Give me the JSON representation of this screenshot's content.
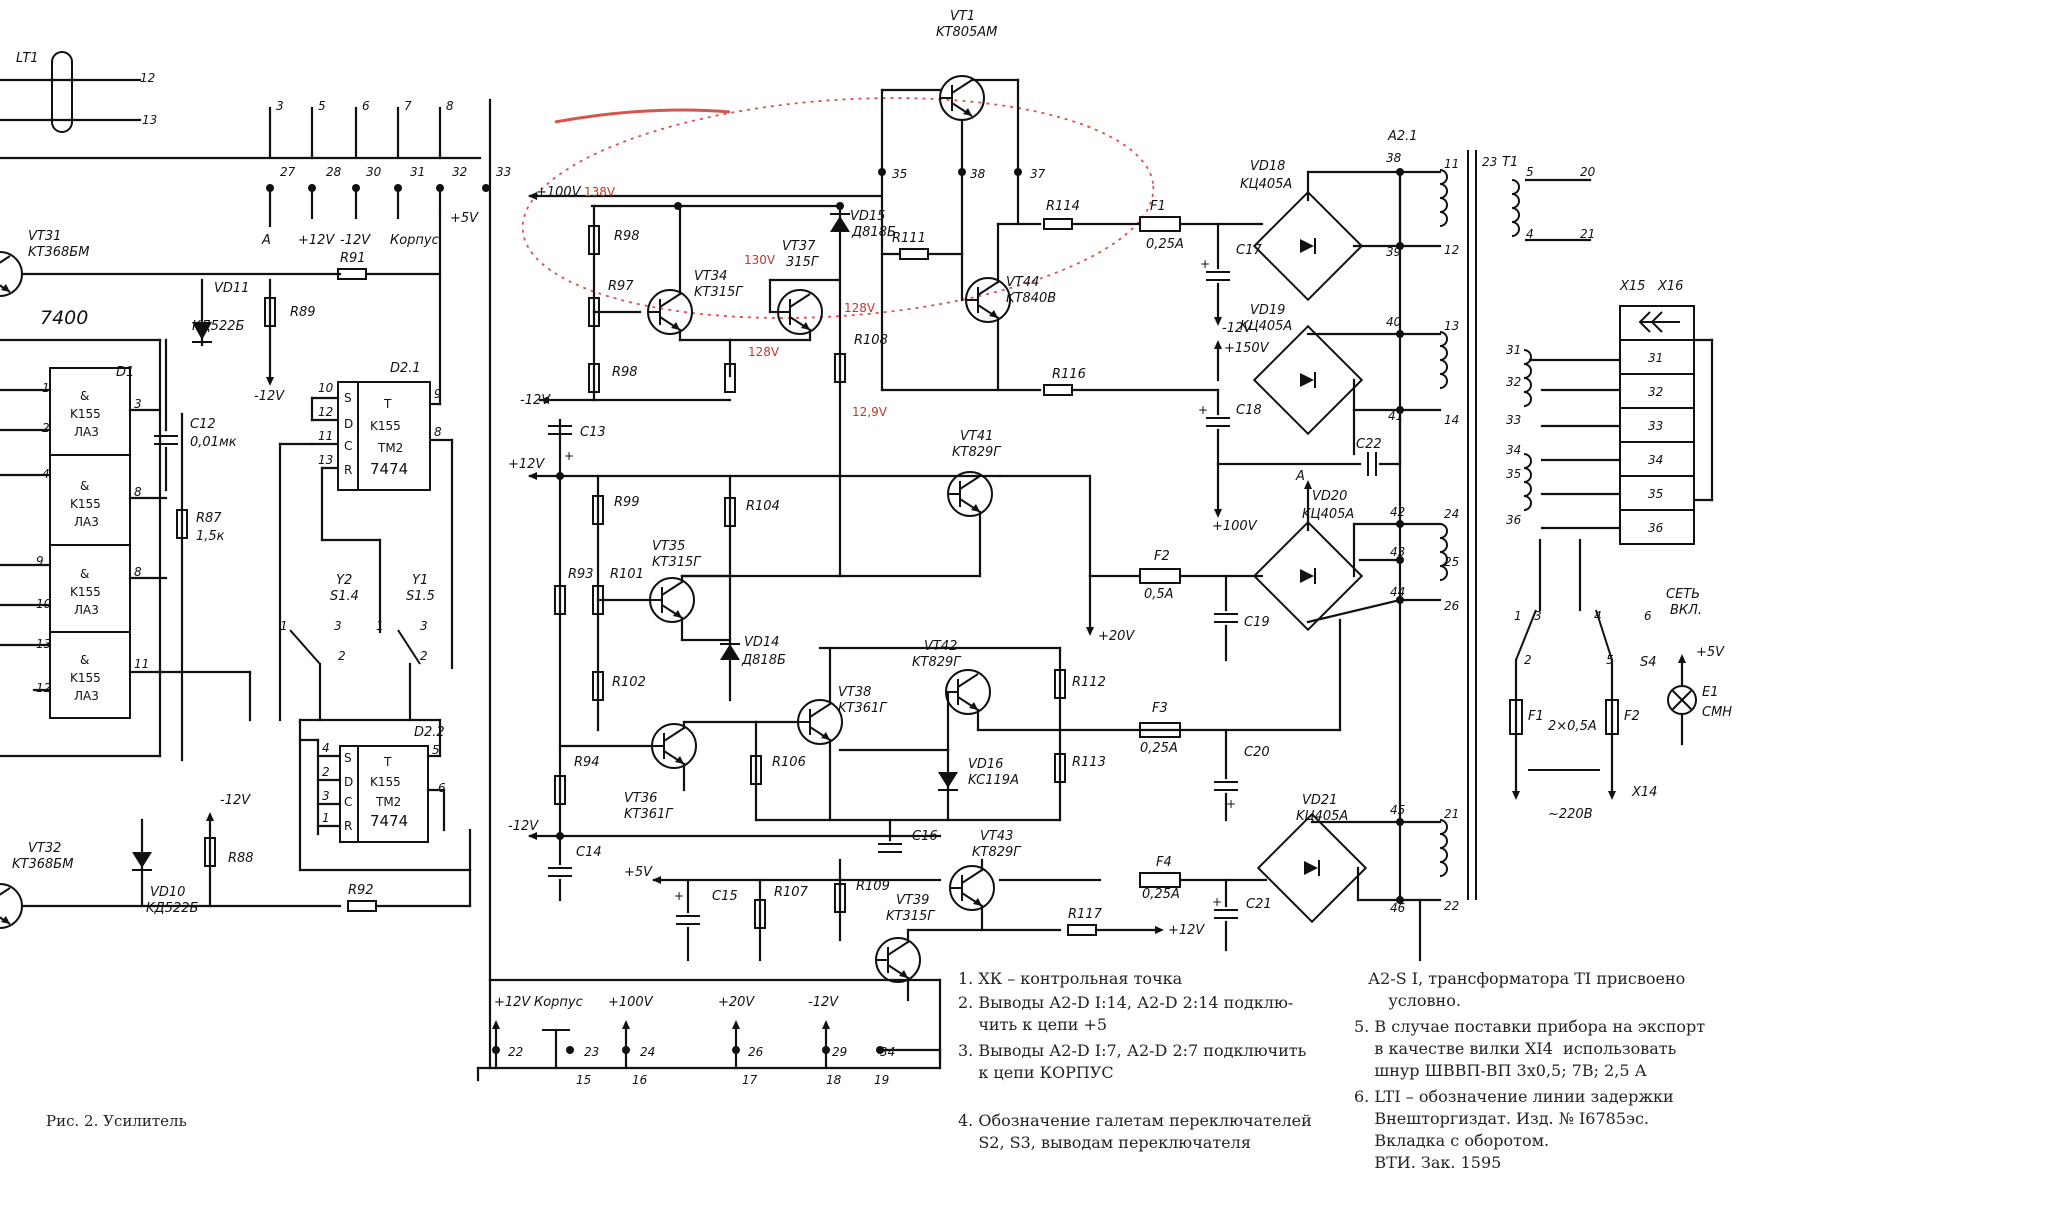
{
  "caption": "Рис. 2. Усилитель",
  "notes": [
    "1. ХК – контрольная точка",
    "2. Выводы А2-D I:14, А2-D 2:14 подклю-\n    чить к цепи +5",
    "3. Выводы А2-D I:7, А2-D 2:7 подключить\n    к цепи КОРПУС",
    "4. Обозначение галетам переключателей\n    S2, S3, выводам переключателя",
    "А2-S I, трансформатора ТI присвоено\n    условно.",
    "5. В случае поставки прибора на экспорт\n    в качестве вилки XI4  использовать\n    шнур ШВВП-ВП 3х0,5; 7В; 2,5 А",
    "6. LTI – обозначение линии задержки\n    Внешторгиздат. Изд. № I6785эс.\n    Вкладка с оборотом.\n    ВТИ. Зак. 1595"
  ],
  "voltages": {
    "v138": "138V",
    "v130": "130V",
    "v128a": "128V",
    "v128b": "128V",
    "v129": "12,9V"
  },
  "labels": {
    "lt1": "LT1",
    "vt1": "VT1",
    "vt1_type": "KT805AM",
    "vt31": "VT31",
    "vt31_type": "KT368БM",
    "vt32": "VT32",
    "vt32_type": "KT368БM",
    "vd11": "VD11",
    "vd11_type": "KД522Б",
    "vd10": "VD10",
    "vd10_type": "KД522Б",
    "hand_7400": "7400",
    "hand_7474a": "7474",
    "hand_7474b": "7474",
    "d1": "D1",
    "d21": "D2.1",
    "d22": "D2.2",
    "ic_and": "&",
    "ic_k155": "K155",
    "ic_la3": "ЛА3",
    "ic_t": "T",
    "ic_tm2": "TM2",
    "c12": "C12",
    "c12_val": "0,01мк",
    "r87": "R87",
    "r87_val": "1,5к",
    "r89": "R89",
    "r91": "R91",
    "r88": "R88",
    "r92": "R92",
    "y2": "Y2",
    "y1": "Y1",
    "s14": "S1.4",
    "s15": "S1.5",
    "plus100": "+100V",
    "plus12": "+12V",
    "plus12b": "+12V",
    "minus12": "-12V",
    "minus12b": "-12V",
    "minus12c": "-12V",
    "plus5": "+5V",
    "plus20": "+20V",
    "plus150": "+150V",
    "plus100b": "+100V",
    "plus5b": "+5V",
    "minus12d": "-12V",
    "minus12e": "-12V",
    "korpus": "Корпус",
    "korpus2": "Корпус",
    "a": "A",
    "plus12c": "+12V",
    "minus12f": "-12V",
    "r98a": "R98",
    "r97": "R97",
    "r98b": "R98",
    "vt34": "VT34",
    "vt34_type": "KT315Г",
    "vt37": "VT37",
    "vt37_type": "315Г",
    "vd15": "VD15",
    "vd15_type": "Д818Б",
    "r111": "R111",
    "r108": "R108",
    "r114": "R114",
    "r116": "R116",
    "vt44": "VT44",
    "vt44_type": "KT840B",
    "c13": "C13",
    "c14": "C14",
    "c15": "C15",
    "c16": "C16",
    "c17": "C17",
    "c18": "C18",
    "c19": "C19",
    "c20": "C20",
    "c21": "C21",
    "c22": "C22",
    "f1": "F1",
    "f1v": "0,25A",
    "f2": "F2",
    "f2v": "0,5A",
    "f3": "F3",
    "f3v": "0,25A",
    "f4": "F4",
    "f4v": "0,25A",
    "vd18": "VD18",
    "vd18_type": "KЦ405A",
    "vd19": "VD19",
    "vd19_type": "KЦ405A",
    "vd20": "VD20",
    "vd20_type": "KЦ405A",
    "vd21": "VD21",
    "vd21_type": "KЦ405A",
    "a21": "A2.1",
    "t1": "T1",
    "r99": "R99",
    "r93": "R93",
    "r101": "R101",
    "r102": "R102",
    "r104": "R104",
    "r94": "R94",
    "vt35": "VT35",
    "vt35_type": "KT315Г",
    "vd14": "VD14",
    "vd14_type": "Д818Б",
    "vt41": "VT41",
    "vt41_type": "KT829Г",
    "vt42": "VT42",
    "vt42_type": "KT829Г",
    "vt38": "VT38",
    "vt38_type": "KT361Г",
    "vt36": "VT36",
    "vt36_type": "KT361Г",
    "r106": "R106",
    "r112": "R112",
    "r113": "R113",
    "vd16": "VD16",
    "vd16_type": "KC119A",
    "vt43": "VT43",
    "vt43_type": "KT829Г",
    "vt39": "VT39",
    "vt39_type": "KT315Г",
    "r107": "R107",
    "r109": "R109",
    "r117": "R117",
    "x15": "X15",
    "x16": "X16",
    "s4": "S4",
    "set": "СЕТЬ",
    "vkl": "ВКЛ.",
    "f1m": "F1",
    "f2m": "F2",
    "fuse_rating": "2×0,5A",
    "e1": "E1",
    "smn": "СМН",
    "x14": "X14",
    "ac220": "~220В"
  }
}
